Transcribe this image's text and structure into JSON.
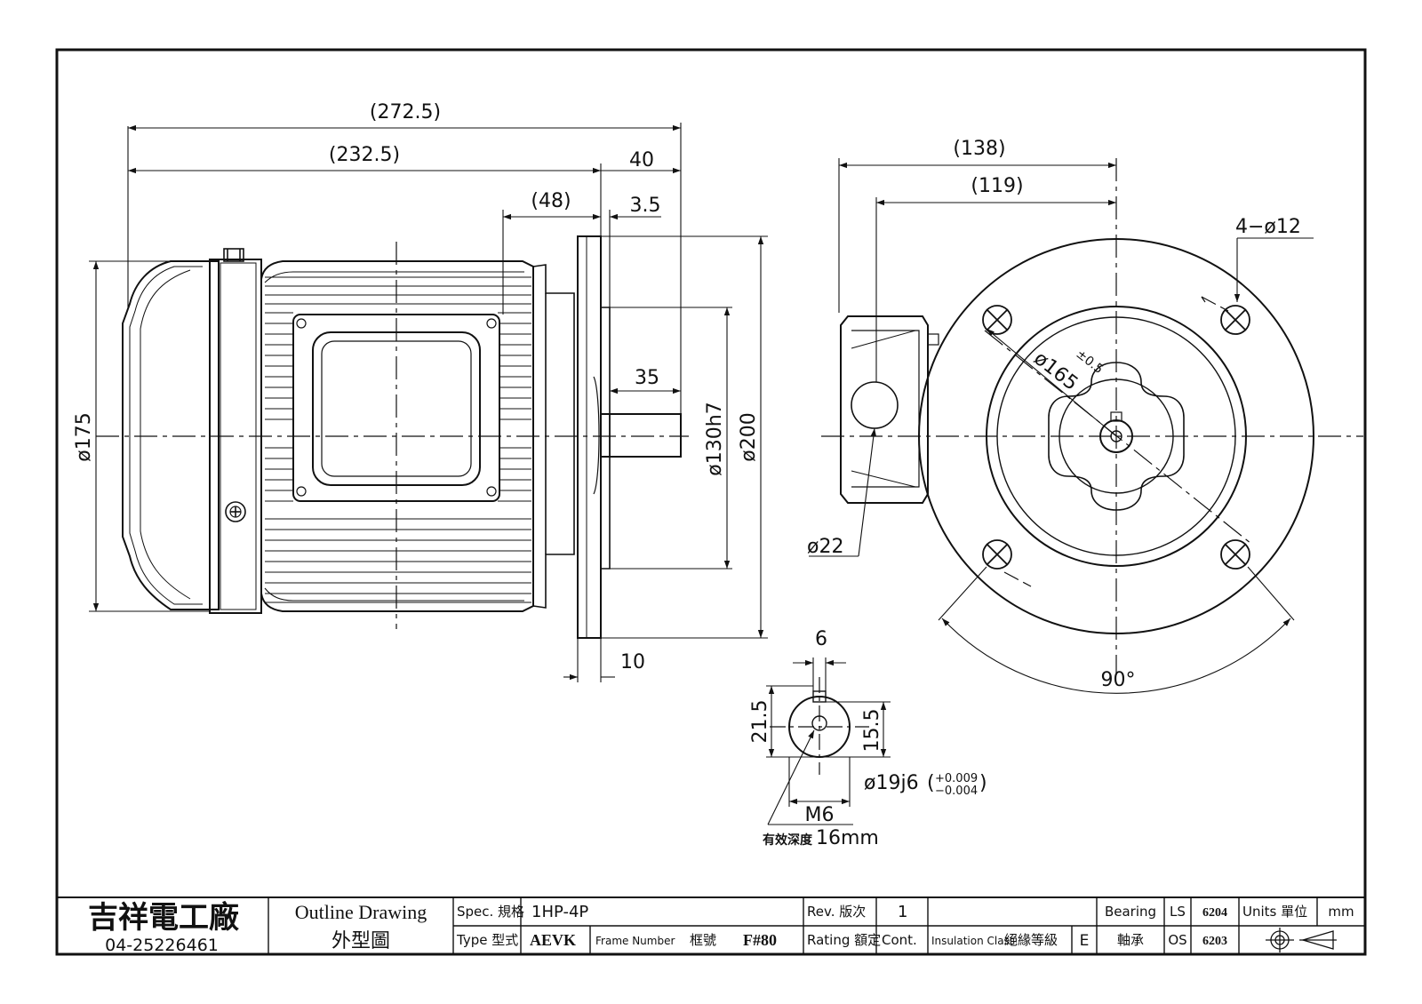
{
  "side_view": {
    "overall_length": "(272.5)",
    "body_length": "(232.5)",
    "shaft_extension": "40",
    "flange_to_box": "(48)",
    "flange_gap": "3.5",
    "key_length": "35",
    "frame_dia": "ø175",
    "spigot_dia": "ø130h7",
    "flange_dia": "ø200",
    "flange_thickness": "10"
  },
  "front_view": {
    "width_overall": "(138)",
    "width_to_center": "(119)",
    "mount_holes": "4−ø12",
    "pcd": "ø165",
    "pcd_tol": "±0.5",
    "conduit_dia": "ø22",
    "hole_angle": "90°"
  },
  "shaft_detail": {
    "key_width": "6",
    "key_height": "21.5",
    "shaft_height": "15.5",
    "shaft_dia": "ø19j6",
    "tol_upper": "+0.009",
    "tol_lower": "−0.004",
    "thread": "M6",
    "thread_depth_label": "有效深度",
    "thread_depth": "16mm"
  },
  "title_block": {
    "company": "吉祥電工廠",
    "phone": "04-25226461",
    "drawing_en": "Outline Drawing",
    "drawing_zh": "外型圖",
    "spec_label": "Spec. 規格",
    "spec_value": "1HP-4P",
    "type_label": "Type 型式",
    "type_value": "AEVK",
    "frame_label": "Frame Number",
    "frame_zh": "框號",
    "frame_value": "F#80",
    "rev_label": "Rev. 版次",
    "rev_value": "1",
    "rating_label": "Rating 額定",
    "rating_value": "Cont.",
    "insul_label": "Insulation Class",
    "insul_zh": "絕緣等級",
    "insul_value": "E",
    "bearing_label": "Bearing",
    "bearing_zh": "軸承",
    "ls_label": "LS",
    "ls_value": "6204",
    "os_label": "OS",
    "os_value": "6203",
    "units_label": "Units 單位",
    "units_value": "mm"
  }
}
